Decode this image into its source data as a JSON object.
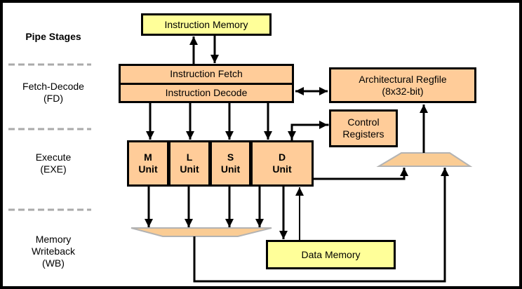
{
  "colors": {
    "box_orange": "#FFCC99",
    "box_yellow": "#FFFF99",
    "mux_fill": "#FACC94",
    "mux_border": "#B3B3B3",
    "line_color": "#000000",
    "dash_color": "#AAAAAA"
  },
  "sidebar": {
    "title": "Pipe Stages",
    "stages": [
      {
        "name": "Fetch-Decode",
        "abbr": "(FD)"
      },
      {
        "name": "Execute",
        "abbr": "(EXE)"
      },
      {
        "name": "Memory Writeback",
        "abbr": "(WB)"
      }
    ]
  },
  "blocks": {
    "instruction_memory": "Instruction Memory",
    "instruction_fetch": "Instruction Fetch",
    "instruction_decode": "Instruction Decode",
    "architectural_regfile": {
      "line1": "Architectural Regfile",
      "line2": "(8x32-bit)"
    },
    "control_registers": {
      "line1": "Control",
      "line2": "Registers"
    },
    "units": [
      {
        "letter": "M",
        "word": "Unit"
      },
      {
        "letter": "L",
        "word": "Unit"
      },
      {
        "letter": "S",
        "word": "Unit"
      },
      {
        "letter": "D",
        "word": "Unit"
      }
    ],
    "data_memory": "Data Memory"
  }
}
